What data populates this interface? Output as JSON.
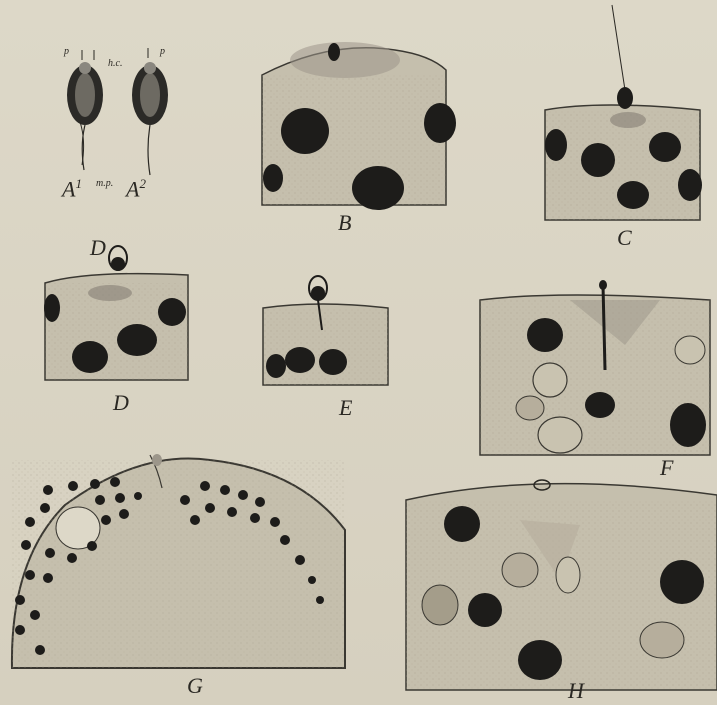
{
  "labels": {
    "a1": "A",
    "a1_sup": "1",
    "a2": "A",
    "a2_sup": "2",
    "b": "B",
    "c": "C",
    "d": "D",
    "e": "E",
    "f": "F",
    "g": "G",
    "h": "H"
  },
  "small_labels": {
    "p_left": "p",
    "hc": "h.c.",
    "p_right": "p",
    "mp": "m.p."
  },
  "colors": {
    "paper": "#d9d4c4",
    "cell_fill": "#c9c3b0",
    "nucleus": "#1d1c1a",
    "ink": "#2a2823"
  }
}
